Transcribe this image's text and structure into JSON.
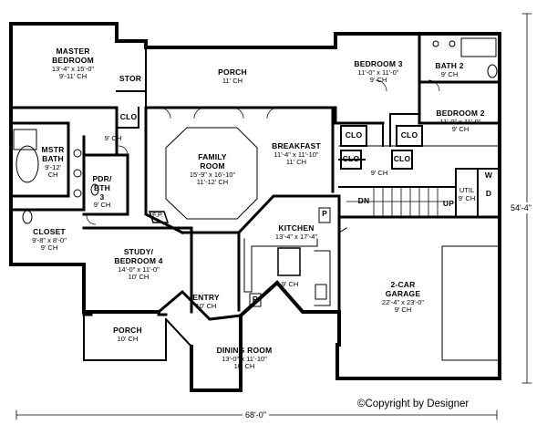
{
  "rooms": {
    "master_bedroom": {
      "name_line1": "MASTER",
      "name_line2": "BEDROOM",
      "size": "13'-4\" x 15'-0\"",
      "ceiling": "9'-11' CH"
    },
    "porch_top": {
      "name": "PORCH",
      "ceiling": "11' CH"
    },
    "stor": {
      "name": "STOR"
    },
    "clo_porch": {
      "name": "CLO"
    },
    "bedroom3": {
      "name": "BEDROOM 3",
      "size": "11'-0\" x 11'-0\"",
      "ceiling": "9' CH"
    },
    "bath2": {
      "name": "BATH 2",
      "ceiling": "9' CH"
    },
    "bedroom2": {
      "name": "BEDROOM 2",
      "size": "11'-0\" x 11'-0\"",
      "ceiling": "9' CH"
    },
    "hall_ch_left": {
      "ceiling": "9' CH"
    },
    "family_room": {
      "name_line1": "FAMILY",
      "name_line2": "ROOM",
      "size": "15'-9\" x 16'-10\"",
      "ceiling": "11'-12' CH"
    },
    "breakfast": {
      "name": "BREAKFAST",
      "size": "11'-4\" x 11'-10\"",
      "ceiling": "11' CH"
    },
    "clo_b3a": {
      "name": "CLO"
    },
    "clo_b3b": {
      "name": "CLO"
    },
    "clo_b2a": {
      "name": "CLO"
    },
    "clo_b2b": {
      "name": "CLO"
    },
    "hall_ch_right": {
      "ceiling": "9' CH"
    },
    "mstr_bath": {
      "name_line1": "MSTR",
      "name_line2": "BATH",
      "ceiling_line1": "9'-12'",
      "ceiling_line2": "CH"
    },
    "pdr_bth": {
      "name_line1": "PDR/",
      "name_line2": "BTH",
      "name_line3": "3",
      "ceiling": "9' CH"
    },
    "fp": {
      "name": "F.P."
    },
    "util": {
      "name": "UTIL",
      "ceiling": "9' CH"
    },
    "w": {
      "name": "W"
    },
    "d": {
      "name": "D"
    },
    "dn": {
      "name": "DN"
    },
    "up": {
      "name": "UP"
    },
    "p": {
      "name": "P"
    },
    "kitchen": {
      "name": "KITCHEN",
      "size": "13'-4\" x 17'-4\"",
      "ceiling": "9' CH"
    },
    "closet": {
      "name": "CLOSET",
      "size": "9'-8\" x 8'-0\"",
      "ceiling": "9' CH"
    },
    "study": {
      "name_line1": "STUDY/",
      "name_line2": "BEDROOM 4",
      "size": "14'-0\" x 11'-0\"",
      "ceiling": "10' CH"
    },
    "entry": {
      "name": "ENTRY",
      "ceiling": "10' CH"
    },
    "r": {
      "name": "R"
    },
    "garage": {
      "name": "2-CAR",
      "name_line2": "GARAGE",
      "size": "22'-4\" x 23'-0\"",
      "ceiling": "9' CH"
    },
    "porch_front": {
      "name": "PORCH",
      "ceiling": "10' CH"
    },
    "dining": {
      "name": "DINING ROOM",
      "size": "13'-0\" x 11'-10\"",
      "ceiling": "10' CH"
    }
  },
  "dimensions": {
    "width": "68'-0\"",
    "depth": "54'-4\""
  },
  "copyright": "©Copyright by Designer"
}
